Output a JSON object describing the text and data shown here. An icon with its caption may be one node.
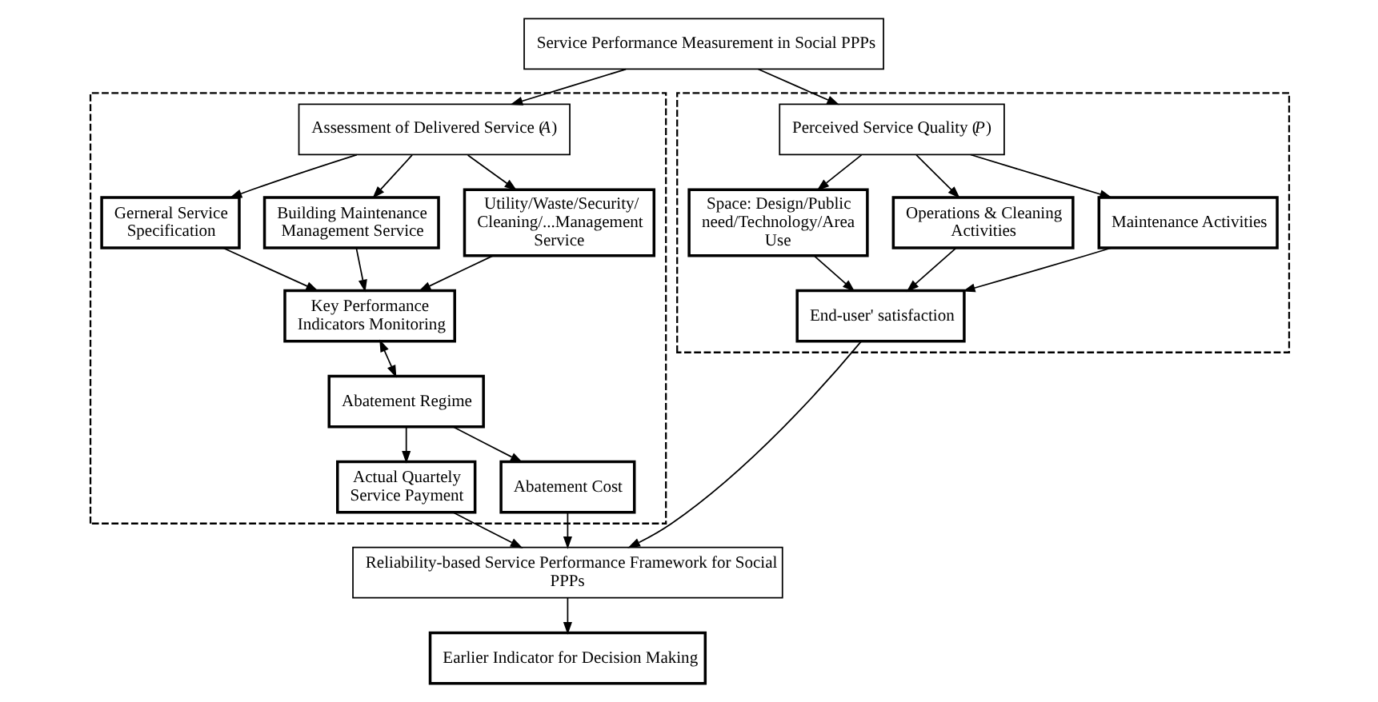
{
  "diagram": {
    "nodes": [
      {
        "text": [
          "Service Performance Measurement in Social PPPs"
        ]
      },
      {
        "text": [],
        "shape": "box"
      },
      {
        "text": [
          "Assessment of Delivered Service (*A*)"
        ],
        "in": 1
      },
      {
        "text": [
          "Gerneral Service Specification"
        ],
        "in": 1
      },
      {
        "text": [
          "Building Maintenance Management Service"
        ],
        "in": 1
      },
      {
        "text": [
          "Utility/Waste/Security/ Cleaning/...Management Service"
        ],
        "in": 1
      },
      {
        "text": [
          "Key Performance Indicators Monitoring"
        ],
        "in": 1
      },
      {
        "text": [
          "Abatement Regime"
        ],
        "in": 1
      },
      {
        "text": [
          "Actual Quartely Service Payment"
        ],
        "in": 1
      },
      {
        "text": [
          "Abatement Cost"
        ],
        "in": 1
      },
      {
        "text": [],
        "shape": "box"
      },
      {
        "text": [
          "Perceived Service Quality (*P*)"
        ],
        "in": 10
      },
      {
        "text": [
          "Space: Design/Public need/Technology/Area Use"
        ],
        "in": 10
      },
      {
        "text": [
          "Operations & Cleaning Activities"
        ],
        "in": 10
      },
      {
        "text": [
          "Maintenance Activities"
        ],
        "in": 10
      },
      {
        "text": [
          "End-user' satisfaction"
        ],
        "in": 10
      },
      {
        "text": [
          "Reliability-based Service Performance Framework for Social PPPs"
        ]
      },
      {
        "text": [
          "Earlier Indicator for Decision Making"
        ]
      }
    ],
    "edges": [
      {
        "from": 0,
        "to": 2,
        "arrow": "to"
      },
      {
        "from": 0,
        "to": 11,
        "arrow": "to"
      },
      {
        "from": 2,
        "to": 3,
        "arrow": "to"
      },
      {
        "from": 2,
        "to": 4,
        "arrow": "to"
      },
      {
        "from": 2,
        "to": 5,
        "arrow": "to"
      },
      {
        "from": 3,
        "to": 6,
        "arrow": "to"
      },
      {
        "from": 4,
        "to": 6,
        "arrow": "to"
      },
      {
        "from": 5,
        "to": 6,
        "arrow": "to"
      },
      {
        "from": 6,
        "to": 7,
        "arrow": "both"
      },
      {
        "from": 7,
        "to": 8,
        "arrow": "to"
      },
      {
        "from": 7,
        "to": 9,
        "arrow": "to"
      },
      {
        "from": 8,
        "to": 16,
        "arrow": "to"
      },
      {
        "from": 9,
        "to": 16,
        "arrow": "to"
      },
      {
        "from": 11,
        "to": 12,
        "arrow": "to"
      },
      {
        "from": 11,
        "to": 13,
        "arrow": "to"
      },
      {
        "from": 11,
        "to": 14,
        "arrow": "to"
      },
      {
        "from": 12,
        "to": 15,
        "arrow": "to"
      },
      {
        "from": 13,
        "to": 15,
        "arrow": "to"
      },
      {
        "from": 14,
        "to": 15,
        "arrow": "to"
      },
      {
        "from": 15,
        "to": 16,
        "arrow": "to"
      },
      {
        "from": 16,
        "to": 17,
        "arrow": "to"
      }
    ]
  }
}
